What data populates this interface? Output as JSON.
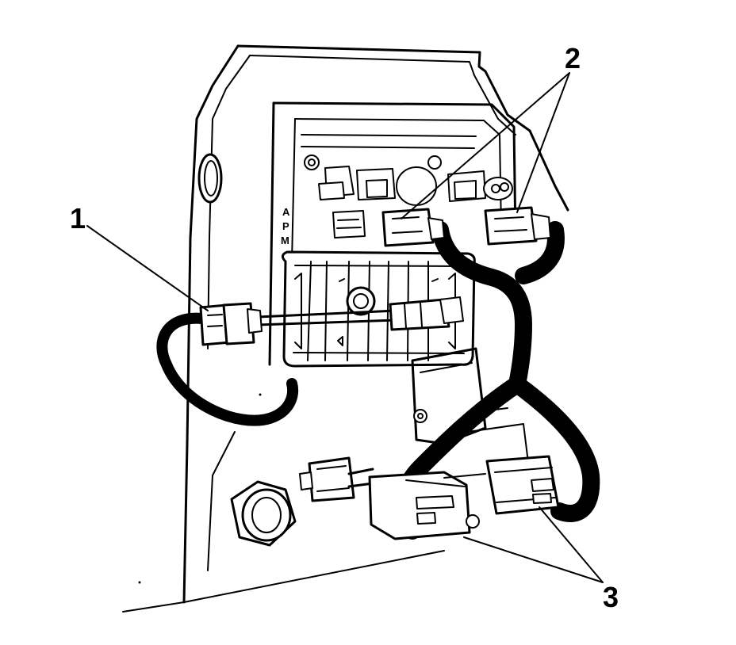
{
  "diagram": {
    "callouts": [
      {
        "id": "1",
        "label": "1"
      },
      {
        "id": "2",
        "label": "2"
      },
      {
        "id": "3",
        "label": "3"
      }
    ],
    "panel_marks": [
      "A",
      "P",
      "M"
    ]
  }
}
